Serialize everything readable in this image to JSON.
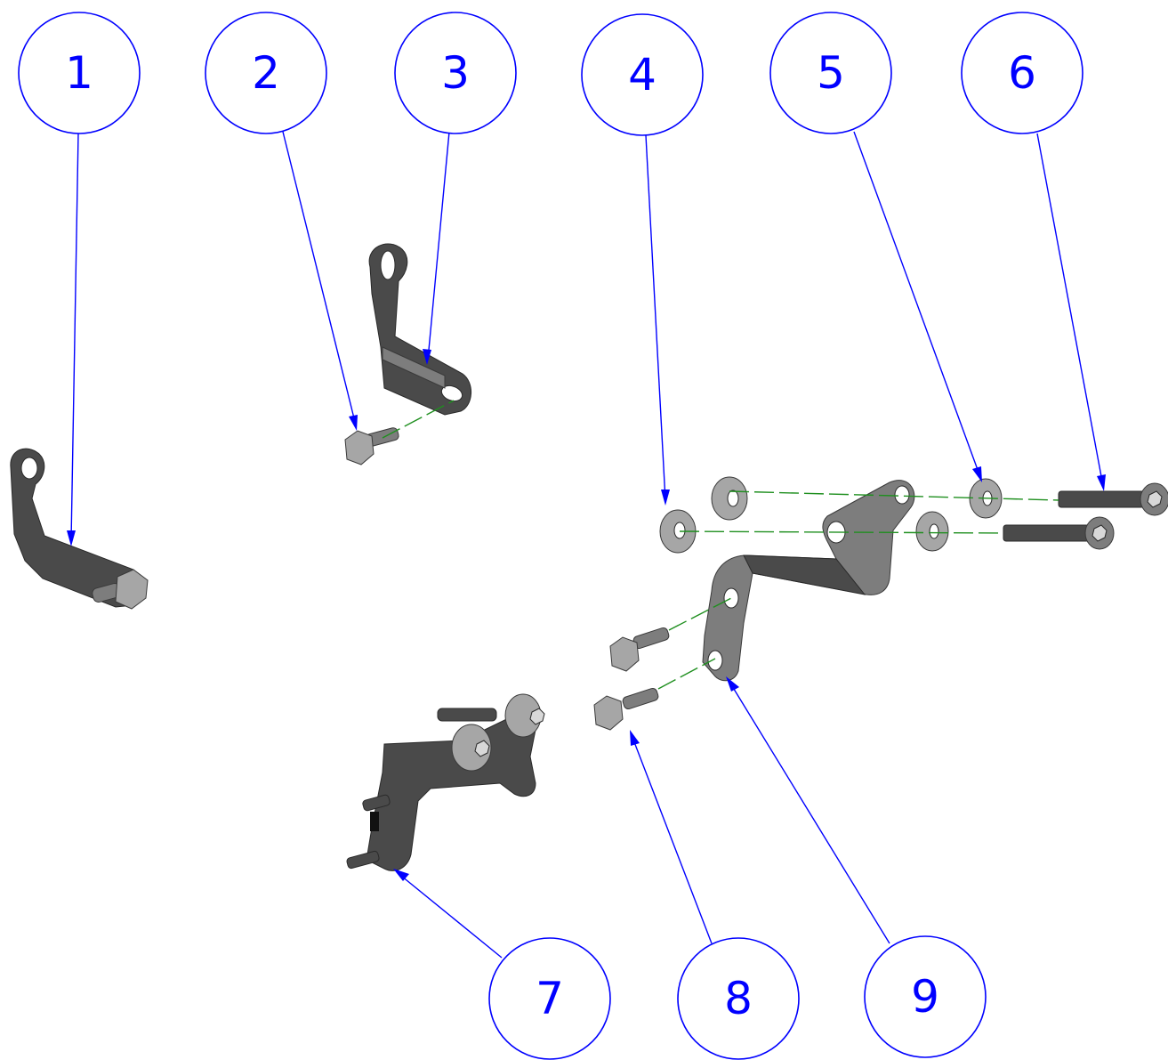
{
  "diagram": {
    "type": "exploded-assembly",
    "balloons": [
      {
        "id": "1",
        "label": "1"
      },
      {
        "id": "2",
        "label": "2"
      },
      {
        "id": "3",
        "label": "3"
      },
      {
        "id": "4",
        "label": "4"
      },
      {
        "id": "5",
        "label": "5"
      },
      {
        "id": "6",
        "label": "6"
      },
      {
        "id": "7",
        "label": "7"
      },
      {
        "id": "8",
        "label": "8"
      },
      {
        "id": "9",
        "label": "9"
      }
    ],
    "colors": {
      "balloon": "#0000ff",
      "axis_line": "#1f8f1f",
      "part_dark": "#4a4a4a",
      "part_light": "#a6a6a6"
    }
  }
}
